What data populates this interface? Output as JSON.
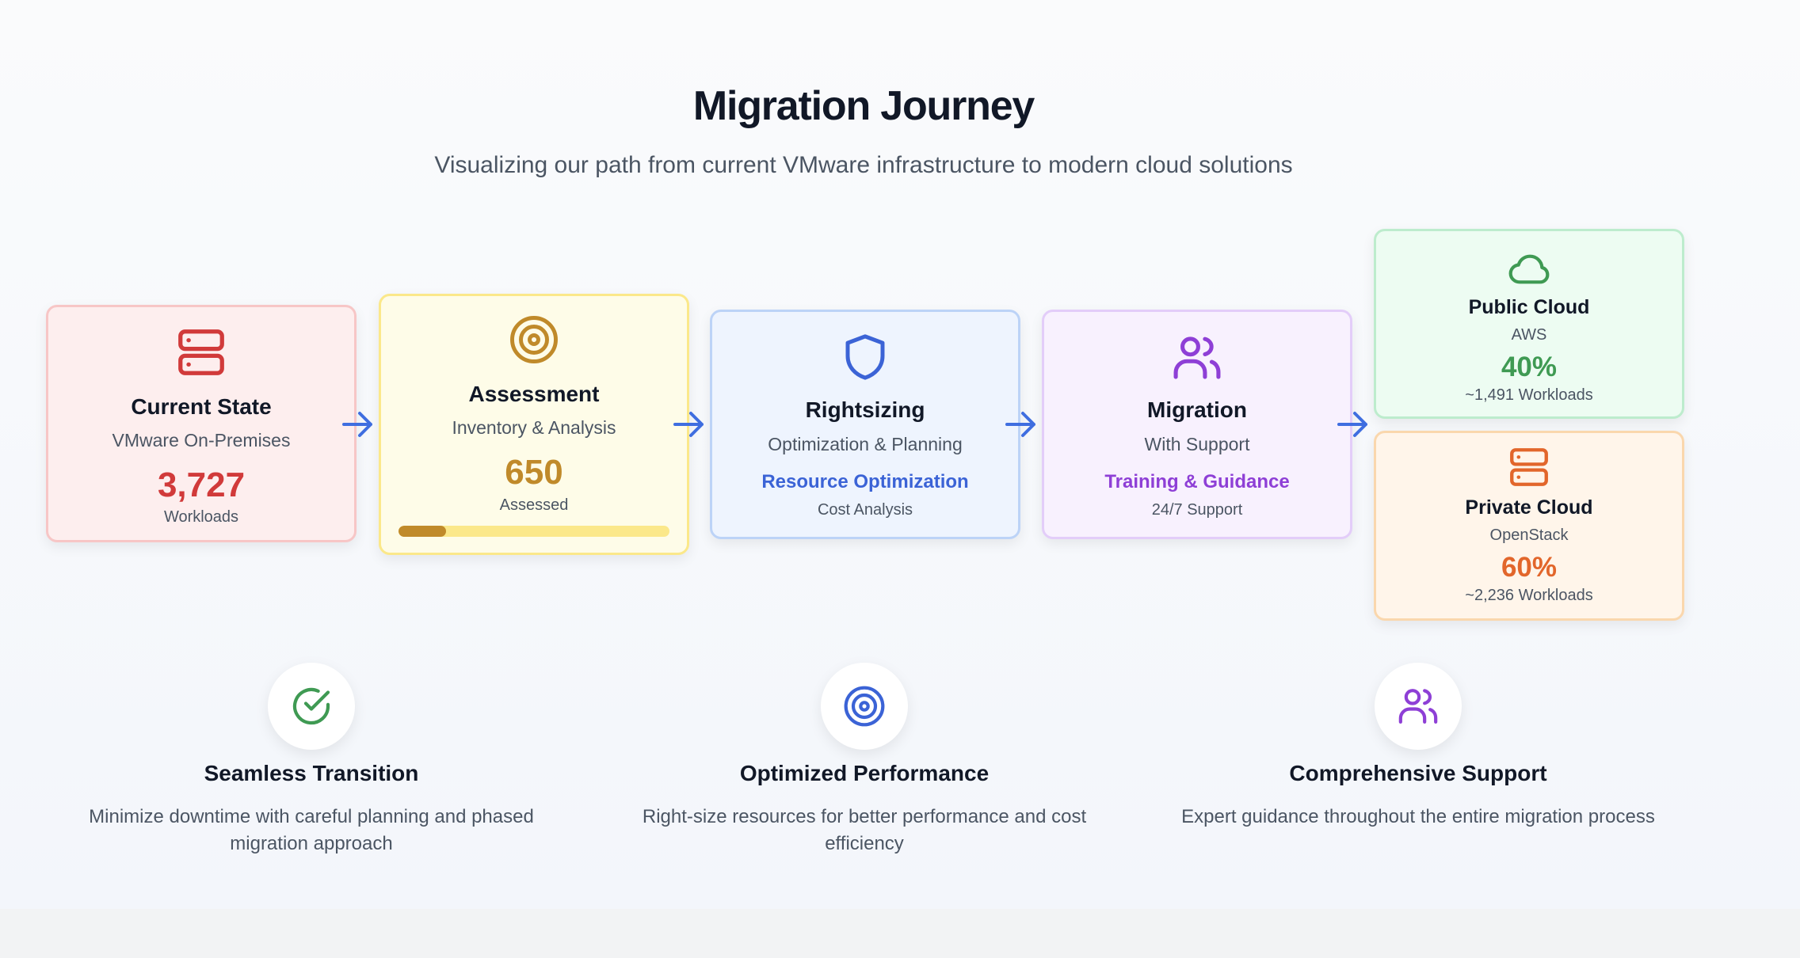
{
  "header": {
    "title": "Migration Journey",
    "subtitle": "Visualizing our path from current VMware infrastructure to modern cloud solutions"
  },
  "colors": {
    "arrow": "#3f6ee0",
    "current": "#d13a3a",
    "assessment": "#c08a2a",
    "rightsizing": "#3b63d6",
    "migration": "#8e3fd6",
    "public_cloud": "#3f9a53",
    "private_cloud": "#e2662b"
  },
  "stages": {
    "current": {
      "icon": "server-icon",
      "title": "Current State",
      "subtitle": "VMware On-Premises",
      "value": "3,727",
      "label": "Workloads"
    },
    "assessment": {
      "icon": "target-icon",
      "title": "Assessment",
      "subtitle": "Inventory & Analysis",
      "value": "650",
      "label": "Assessed",
      "progress_fraction": 0.174
    },
    "rightsizing": {
      "icon": "shield-icon",
      "title": "Rightsizing",
      "subtitle": "Optimization & Planning",
      "value": "Resource Optimization",
      "label": "Cost Analysis"
    },
    "migration": {
      "icon": "users-icon",
      "title": "Migration",
      "subtitle": "With Support",
      "value": "Training & Guidance",
      "label": "24/7 Support"
    },
    "public_cloud": {
      "icon": "cloud-icon",
      "title": "Public Cloud",
      "subtitle": "AWS",
      "value": "40%",
      "label": "~1,491 Workloads"
    },
    "private_cloud": {
      "icon": "server-icon",
      "title": "Private Cloud",
      "subtitle": "OpenStack",
      "value": "60%",
      "label": "~2,236 Workloads"
    }
  },
  "features": [
    {
      "icon": "check-circle-icon",
      "title": "Seamless Transition",
      "description": "Minimize downtime with careful planning and phased migration approach"
    },
    {
      "icon": "target-icon",
      "title": "Optimized Performance",
      "description": "Right-size resources for better performance and cost efficiency"
    },
    {
      "icon": "users-icon",
      "title": "Comprehensive Support",
      "description": "Expert guidance throughout the entire migration process"
    }
  ]
}
